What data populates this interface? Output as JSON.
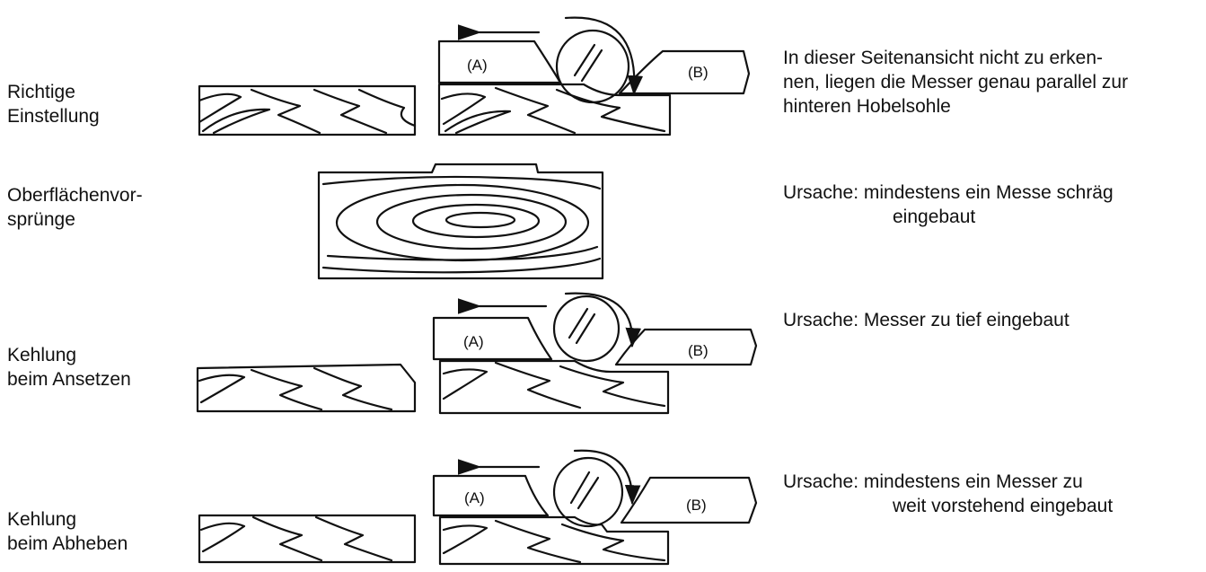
{
  "rows": [
    {
      "label_lines": [
        "Richtige",
        "Einstellung"
      ],
      "caption_lines": [
        "In dieser Seitenansicht nicht zu erken-",
        "nen, liegen die Messer genau parallel zur",
        "hinteren Hobelsohle"
      ],
      "table_a": "(A)",
      "table_b": "(B)"
    },
    {
      "label_lines": [
        "Oberflächenvor-",
        "sprünge"
      ],
      "caption_lines": [
        "Ursache: mindestens ein Messe schräg",
        "eingebaut"
      ]
    },
    {
      "label_lines": [
        "Kehlung",
        "beim Ansetzen"
      ],
      "caption_lines": [
        "Ursache: Messer zu tief eingebaut"
      ],
      "table_a": "(A)",
      "table_b": "(B)"
    },
    {
      "label_lines": [
        "Kehlung",
        "beim Abheben"
      ],
      "caption_lines": [
        "Ursache: mindestens ein Messer zu",
        "weit vorstehend eingebaut"
      ],
      "table_a": "(A)",
      "table_b": "(B)"
    }
  ],
  "colors": {
    "ink": "#111111",
    "paper": "#ffffff"
  }
}
